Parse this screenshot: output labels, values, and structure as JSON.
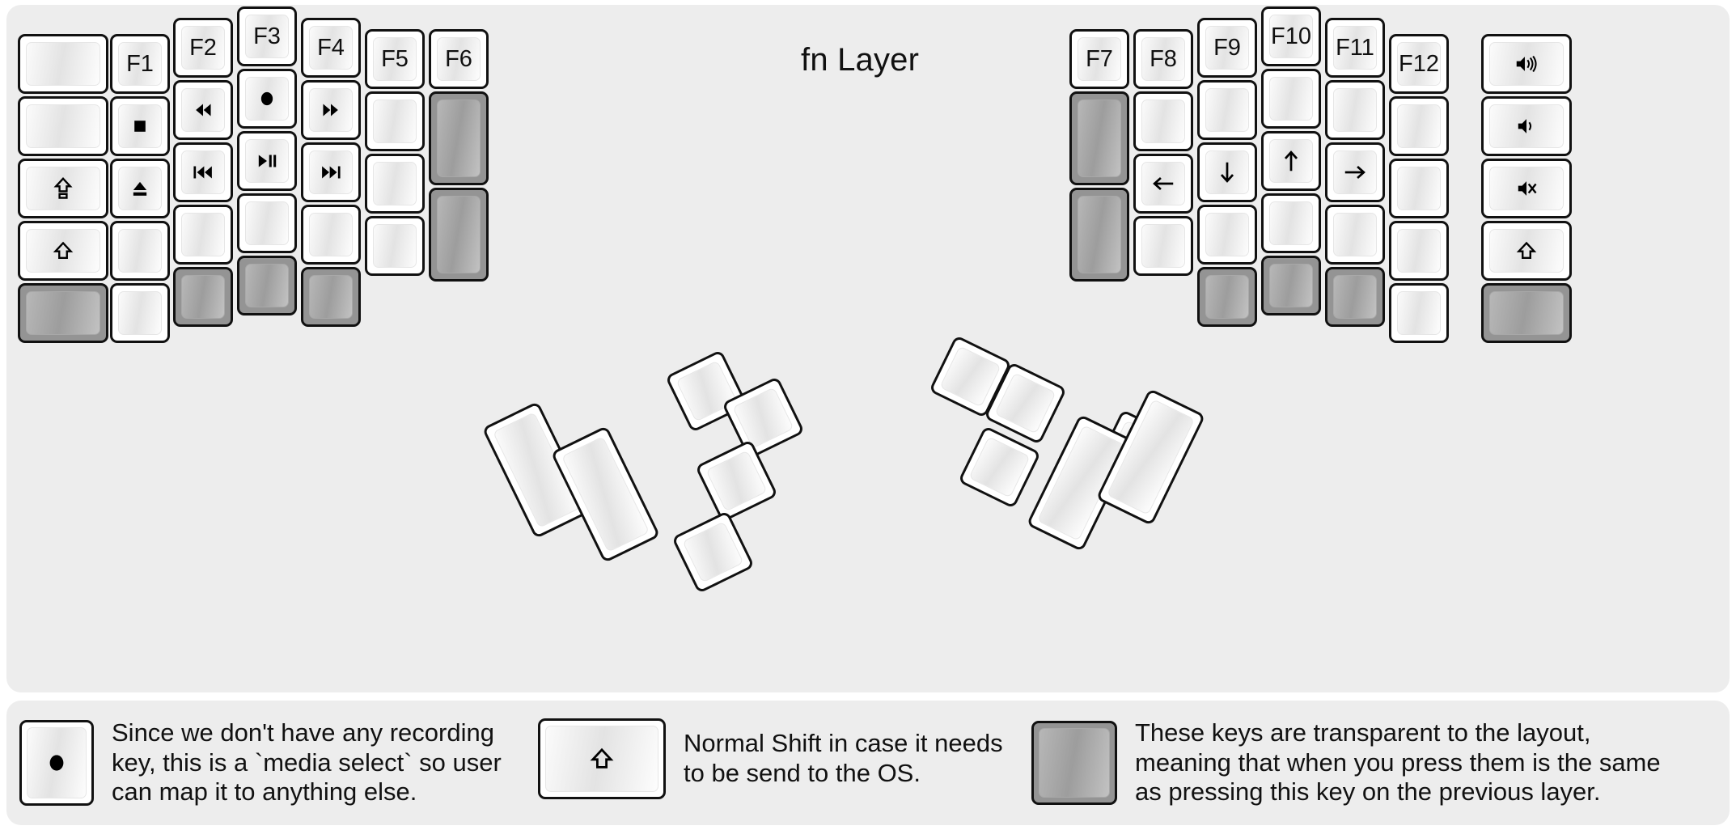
{
  "title": "fn Layer",
  "colors": {
    "panel_bg": "#ededed",
    "key_face": "#ffffff",
    "key_border": "#111111",
    "transparent_key": "#949494",
    "text": "#111111"
  },
  "keyboard": {
    "left_half": {
      "columns": [
        {
          "name": "pinky-outer",
          "keys": [
            {
              "label": "",
              "icon": "",
              "style": "normal"
            },
            {
              "label": "",
              "icon": "",
              "style": "normal"
            },
            {
              "label": "",
              "icon": "caps-lock-icon",
              "style": "normal"
            },
            {
              "label": "",
              "icon": "shift-icon",
              "style": "normal"
            },
            {
              "label": "",
              "icon": "",
              "style": "transparent"
            }
          ]
        },
        {
          "name": "pinky",
          "keys": [
            {
              "label": "F1",
              "icon": "",
              "style": "normal"
            },
            {
              "label": "",
              "icon": "media-stop-icon",
              "style": "normal"
            },
            {
              "label": "",
              "icon": "eject-icon",
              "style": "normal"
            },
            {
              "label": "",
              "icon": "",
              "style": "normal"
            },
            {
              "label": "",
              "icon": "",
              "style": "normal"
            }
          ]
        },
        {
          "name": "ring",
          "keys": [
            {
              "label": "F2",
              "icon": "",
              "style": "normal"
            },
            {
              "label": "",
              "icon": "rewind-icon",
              "style": "normal"
            },
            {
              "label": "",
              "icon": "previous-track-icon",
              "style": "normal"
            },
            {
              "label": "",
              "icon": "",
              "style": "normal"
            },
            {
              "label": "",
              "icon": "",
              "style": "transparent"
            }
          ]
        },
        {
          "name": "middle",
          "keys": [
            {
              "label": "F3",
              "icon": "",
              "style": "normal"
            },
            {
              "label": "",
              "icon": "record-icon",
              "style": "normal"
            },
            {
              "label": "",
              "icon": "play-pause-icon",
              "style": "normal"
            },
            {
              "label": "",
              "icon": "",
              "style": "normal"
            },
            {
              "label": "",
              "icon": "",
              "style": "transparent"
            }
          ]
        },
        {
          "name": "index",
          "keys": [
            {
              "label": "F4",
              "icon": "",
              "style": "normal"
            },
            {
              "label": "",
              "icon": "fast-forward-icon",
              "style": "normal"
            },
            {
              "label": "",
              "icon": "next-track-icon",
              "style": "normal"
            },
            {
              "label": "",
              "icon": "",
              "style": "normal"
            },
            {
              "label": "",
              "icon": "",
              "style": "transparent"
            }
          ]
        },
        {
          "name": "index-inner",
          "keys": [
            {
              "label": "F5",
              "icon": "",
              "style": "normal"
            },
            {
              "label": "",
              "icon": "",
              "style": "normal"
            },
            {
              "label": "",
              "icon": "",
              "style": "normal"
            },
            {
              "label": "",
              "icon": "",
              "style": "normal"
            }
          ]
        },
        {
          "name": "inner-extra",
          "keys": [
            {
              "label": "F6",
              "icon": "",
              "style": "normal"
            },
            {
              "label": "",
              "icon": "",
              "style": "transparent"
            },
            {
              "label": "",
              "icon": "",
              "style": "transparent"
            }
          ]
        }
      ],
      "thumb_cluster": {
        "name": "left-thumb-cluster",
        "keys": [
          {
            "label": "",
            "icon": "",
            "style": "normal",
            "size": "2u"
          },
          {
            "label": "",
            "icon": "",
            "style": "normal",
            "size": "2u"
          },
          {
            "label": "",
            "icon": "",
            "style": "normal",
            "size": "1u"
          },
          {
            "label": "",
            "icon": "",
            "style": "normal",
            "size": "1u"
          },
          {
            "label": "",
            "icon": "",
            "style": "normal",
            "size": "1u"
          },
          {
            "label": "",
            "icon": "",
            "style": "normal",
            "size": "1u"
          }
        ]
      }
    },
    "right_half": {
      "columns": [
        {
          "name": "inner-extra",
          "keys": [
            {
              "label": "F7",
              "icon": "",
              "style": "normal"
            },
            {
              "label": "",
              "icon": "",
              "style": "transparent"
            },
            {
              "label": "",
              "icon": "",
              "style": "transparent"
            }
          ]
        },
        {
          "name": "index-inner",
          "keys": [
            {
              "label": "F8",
              "icon": "",
              "style": "normal"
            },
            {
              "label": "",
              "icon": "",
              "style": "normal"
            },
            {
              "label": "",
              "icon": "arrow-left-icon",
              "style": "normal"
            },
            {
              "label": "",
              "icon": "",
              "style": "normal"
            }
          ]
        },
        {
          "name": "index",
          "keys": [
            {
              "label": "F9",
              "icon": "",
              "style": "normal"
            },
            {
              "label": "",
              "icon": "",
              "style": "normal"
            },
            {
              "label": "",
              "icon": "arrow-down-icon",
              "style": "normal"
            },
            {
              "label": "",
              "icon": "",
              "style": "normal"
            },
            {
              "label": "",
              "icon": "",
              "style": "transparent"
            }
          ]
        },
        {
          "name": "middle",
          "keys": [
            {
              "label": "F10",
              "icon": "",
              "style": "normal"
            },
            {
              "label": "",
              "icon": "",
              "style": "normal"
            },
            {
              "label": "",
              "icon": "arrow-up-icon",
              "style": "normal"
            },
            {
              "label": "",
              "icon": "",
              "style": "normal"
            },
            {
              "label": "",
              "icon": "",
              "style": "transparent"
            }
          ]
        },
        {
          "name": "ring",
          "keys": [
            {
              "label": "F11",
              "icon": "",
              "style": "normal"
            },
            {
              "label": "",
              "icon": "",
              "style": "normal"
            },
            {
              "label": "",
              "icon": "arrow-right-icon",
              "style": "normal"
            },
            {
              "label": "",
              "icon": "",
              "style": "normal"
            },
            {
              "label": "",
              "icon": "",
              "style": "transparent"
            }
          ]
        },
        {
          "name": "pinky",
          "keys": [
            {
              "label": "F12",
              "icon": "",
              "style": "normal"
            },
            {
              "label": "",
              "icon": "",
              "style": "normal"
            },
            {
              "label": "",
              "icon": "",
              "style": "normal"
            },
            {
              "label": "",
              "icon": "",
              "style": "normal"
            },
            {
              "label": "",
              "icon": "",
              "style": "normal"
            }
          ]
        },
        {
          "name": "pinky-outer",
          "keys": [
            {
              "label": "",
              "icon": "volume-up-icon",
              "style": "normal"
            },
            {
              "label": "",
              "icon": "volume-down-icon",
              "style": "normal"
            },
            {
              "label": "",
              "icon": "volume-mute-icon",
              "style": "normal"
            },
            {
              "label": "",
              "icon": "shift-icon",
              "style": "normal"
            },
            {
              "label": "",
              "icon": "",
              "style": "transparent"
            }
          ]
        }
      ],
      "thumb_cluster": {
        "name": "right-thumb-cluster",
        "keys": [
          {
            "label": "",
            "icon": "",
            "style": "normal",
            "size": "2u"
          },
          {
            "label": "",
            "icon": "",
            "style": "normal",
            "size": "2u"
          },
          {
            "label": "",
            "icon": "",
            "style": "normal",
            "size": "1u"
          },
          {
            "label": "",
            "icon": "",
            "style": "normal",
            "size": "1u"
          },
          {
            "label": "",
            "icon": "",
            "style": "normal",
            "size": "1u"
          },
          {
            "label": "",
            "icon": "",
            "style": "normal",
            "size": "1u"
          }
        ]
      }
    }
  },
  "legend": [
    {
      "icon": "record-icon",
      "style": "normal",
      "text": "Since we don't have any recording\nkey, this is a `media select` so user\ncan map it to anything else."
    },
    {
      "icon": "shift-icon",
      "style": "normal",
      "text": "Normal Shift in case it needs\nto be send to the OS."
    },
    {
      "icon": "",
      "style": "transparent",
      "text": "These keys are transparent to the layout,\nmeaning that when you press them is the same\nas pressing this key on the previous layer."
    }
  ]
}
